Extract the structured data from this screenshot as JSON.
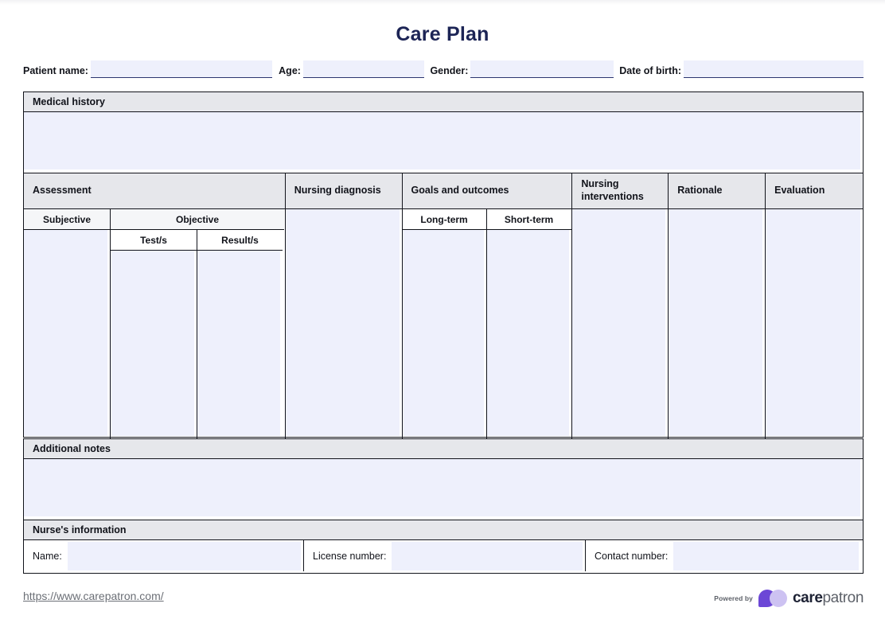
{
  "document": {
    "title": "Care Plan"
  },
  "patient_info": {
    "fields": [
      {
        "label": "Patient name:",
        "value": "",
        "placeholder": ""
      },
      {
        "label": "Age:",
        "value": "",
        "placeholder": ""
      },
      {
        "label": "Gender:",
        "value": "",
        "placeholder": ""
      },
      {
        "label": "Date of birth:",
        "value": "",
        "placeholder": ""
      }
    ]
  },
  "medical_history": {
    "heading": "Medical history",
    "value": ""
  },
  "care_plan_table": {
    "headers": [
      {
        "label": "Assessment"
      },
      {
        "label": "Nursing diagnosis"
      },
      {
        "label": "Goals and outcomes"
      },
      {
        "label": "Nursing interventions"
      },
      {
        "label": "Rationale"
      },
      {
        "label": "Evaluation"
      }
    ],
    "assessment_subheaders": {
      "subjective": "Subjective",
      "objective": "Objective",
      "tests": "Test/s",
      "results": "Result/s"
    },
    "goals_subheaders": {
      "long_term": "Long-term",
      "short_term": "Short-term"
    },
    "values": {
      "subjective": "",
      "tests": "",
      "results": "",
      "nursing_diagnosis": "",
      "long_term": "",
      "short_term": "",
      "nursing_interventions": "",
      "rationale": "",
      "evaluation": ""
    }
  },
  "additional_notes": {
    "heading": "Additional notes",
    "value": ""
  },
  "nurse_information": {
    "heading": "Nurse's information",
    "fields": [
      {
        "label": "Name:",
        "value": ""
      },
      {
        "label": "License number:",
        "value": ""
      },
      {
        "label": "Contact number:",
        "value": ""
      }
    ]
  },
  "footer": {
    "url": "https://www.carepatron.com/",
    "powered_by": "Powered by",
    "brand_bold": "care",
    "brand_light": "patron"
  },
  "colors": {
    "title": "#1c2455",
    "band": "#e6e7eb",
    "field_fill": "#eef0fc",
    "border": "#11131a",
    "brand_purple": "#6c47d6",
    "brand_lavender": "#cdc2f2"
  }
}
